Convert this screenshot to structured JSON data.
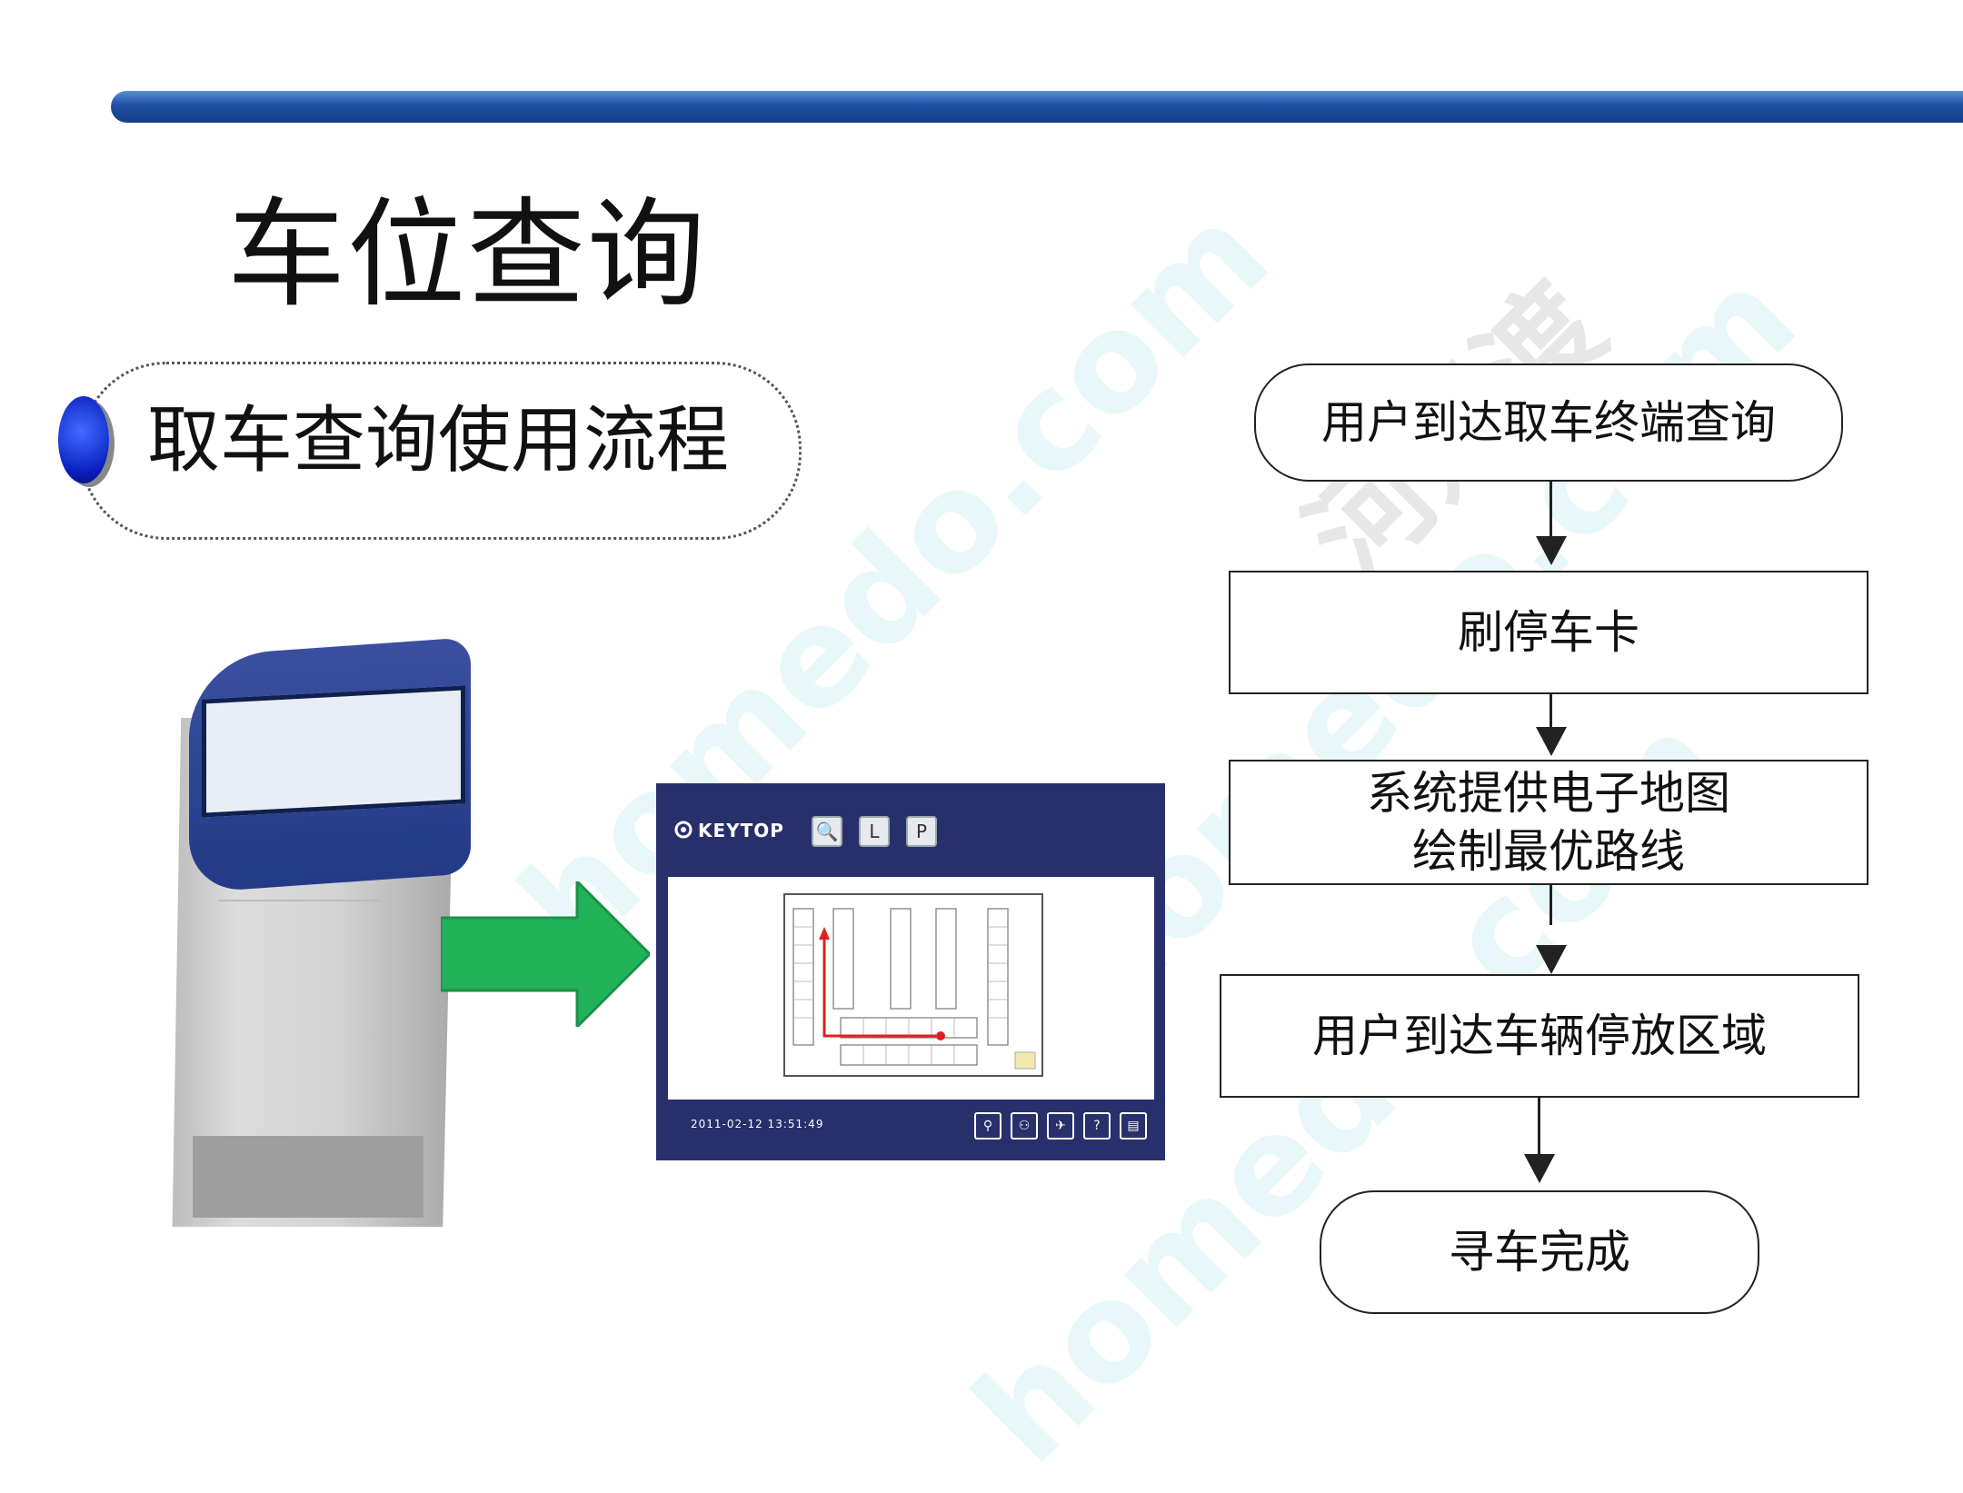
{
  "slide": {
    "title": "车位查询",
    "subtitle": "取车查询使用流程"
  },
  "kiosk_screenshot": {
    "brand": "KEYTOP",
    "top_icons": [
      {
        "name": "search-icon",
        "glyph": "🔍"
      },
      {
        "name": "letter-l-icon",
        "glyph": "L"
      },
      {
        "name": "parking-icon",
        "glyph": "P"
      }
    ],
    "timestamp": "2011-02-12  13:51:49"
  },
  "flowchart": {
    "steps": [
      {
        "text": "用户到达取车终端查询",
        "shape": "rounded"
      },
      {
        "text": "刷停车卡",
        "shape": "rect"
      },
      {
        "text": "系统提供电子地图\n绘制最优路线",
        "shape": "rect"
      },
      {
        "text": "用户到达车辆停放区域",
        "shape": "rect"
      },
      {
        "text": "寻车完成",
        "shape": "rounded"
      }
    ]
  },
  "watermark": {
    "text_en": "homedo.com",
    "text_cn": "河姆渡"
  },
  "colors": {
    "topbar": "#1e4fa3",
    "arrow_green": "#22b35a",
    "kiosk_blue": "#233a86"
  }
}
